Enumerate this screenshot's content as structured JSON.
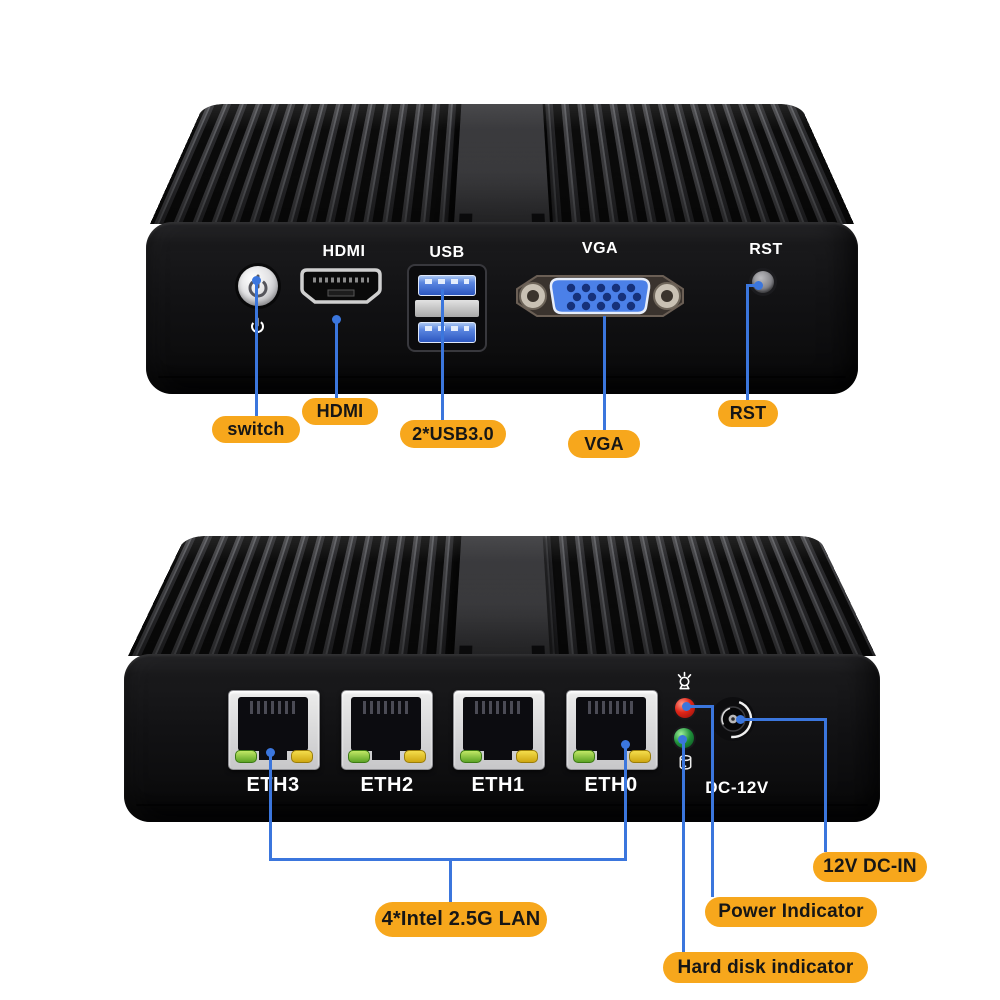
{
  "colors": {
    "callout_bg": "#F7A71C",
    "callout_text": "#161616",
    "line_blue": "#3B76DD",
    "chassis_black": "#121214",
    "usb_blue": "#5B86E0",
    "vga_blue": "#4B80E8",
    "led_red": "#E02518",
    "led_green": "#1E8F3A"
  },
  "front_panel": {
    "port_labels": {
      "hdmi": "HDMI",
      "usb": "USB",
      "vga": "VGA",
      "rst": "RST"
    },
    "callouts": {
      "switch": "switch",
      "hdmi": "HDMI",
      "usb": "2*USB3.0",
      "vga": "VGA",
      "rst": "RST"
    }
  },
  "rear_panel": {
    "eth_labels": [
      "ETH3",
      "ETH2",
      "ETH1",
      "ETH0"
    ],
    "dc_label": "DC-12V",
    "callouts": {
      "lan": "4*Intel 2.5G LAN",
      "dc_in": "12V DC-IN",
      "power": "Power Indicator",
      "hdd": "Hard disk indicator"
    }
  }
}
